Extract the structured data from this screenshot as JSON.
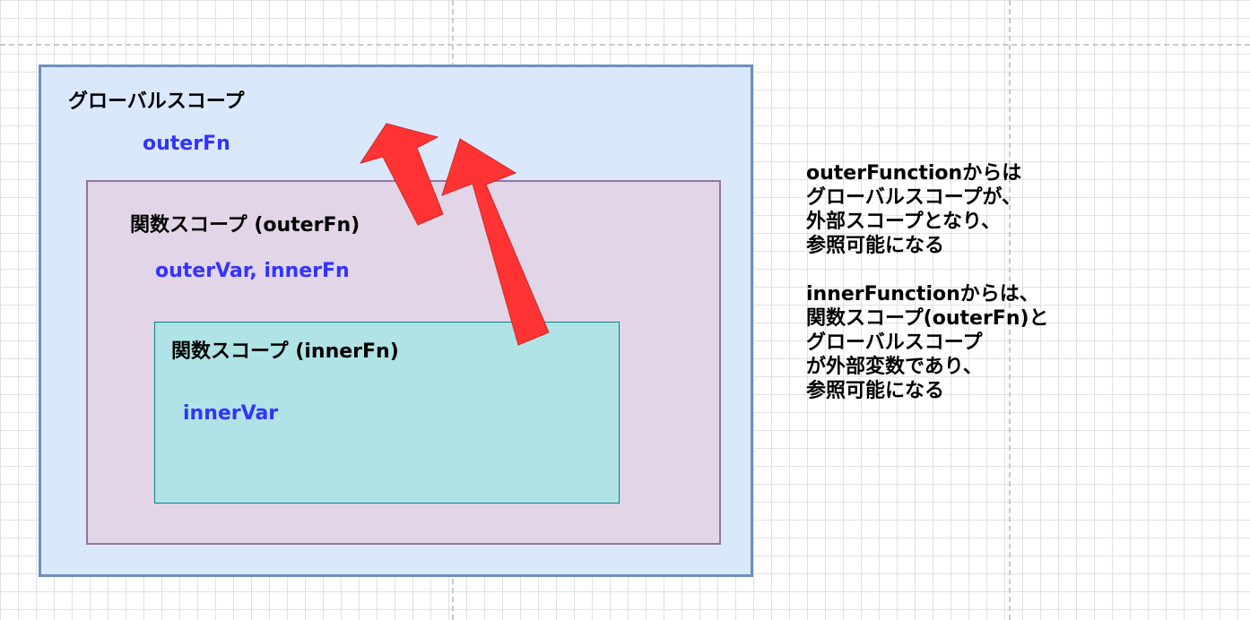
{
  "colors": {
    "global_fill": "#dae8fc",
    "global_stroke": "#6c8ebf",
    "outer_fill": "#e1d5e7",
    "outer_stroke": "#9673a6",
    "inner_fill": "#b0e3e6",
    "inner_stroke": "#0e8088",
    "variable_text": "#3333ff",
    "arrow": "#ff3333"
  },
  "global_scope": {
    "title": "グローバルスコープ",
    "variables": "outerFn"
  },
  "outer_scope": {
    "title": "関数スコープ  (outerFn)",
    "variables": "outerVar,  innerFn"
  },
  "inner_scope": {
    "title": "関数スコープ  (innerFn)",
    "variables": "innerVar"
  },
  "note": {
    "paragraph1": [
      "outerFunctionからは",
      "グローバルスコープが、",
      "外部スコープとなり、",
      "参照可能になる"
    ],
    "paragraph2": [
      "innerFunctionからは、",
      "関数スコープ(outerFn)と",
      "グローバルスコープ",
      "が外部変数であり、",
      "参照可能になる"
    ]
  },
  "arrows": [
    {
      "from": "outer_scope",
      "to": "global_scope",
      "icon": "arrow-up-icon"
    },
    {
      "from": "inner_scope",
      "to": "global_scope",
      "icon": "arrow-up-icon"
    }
  ]
}
